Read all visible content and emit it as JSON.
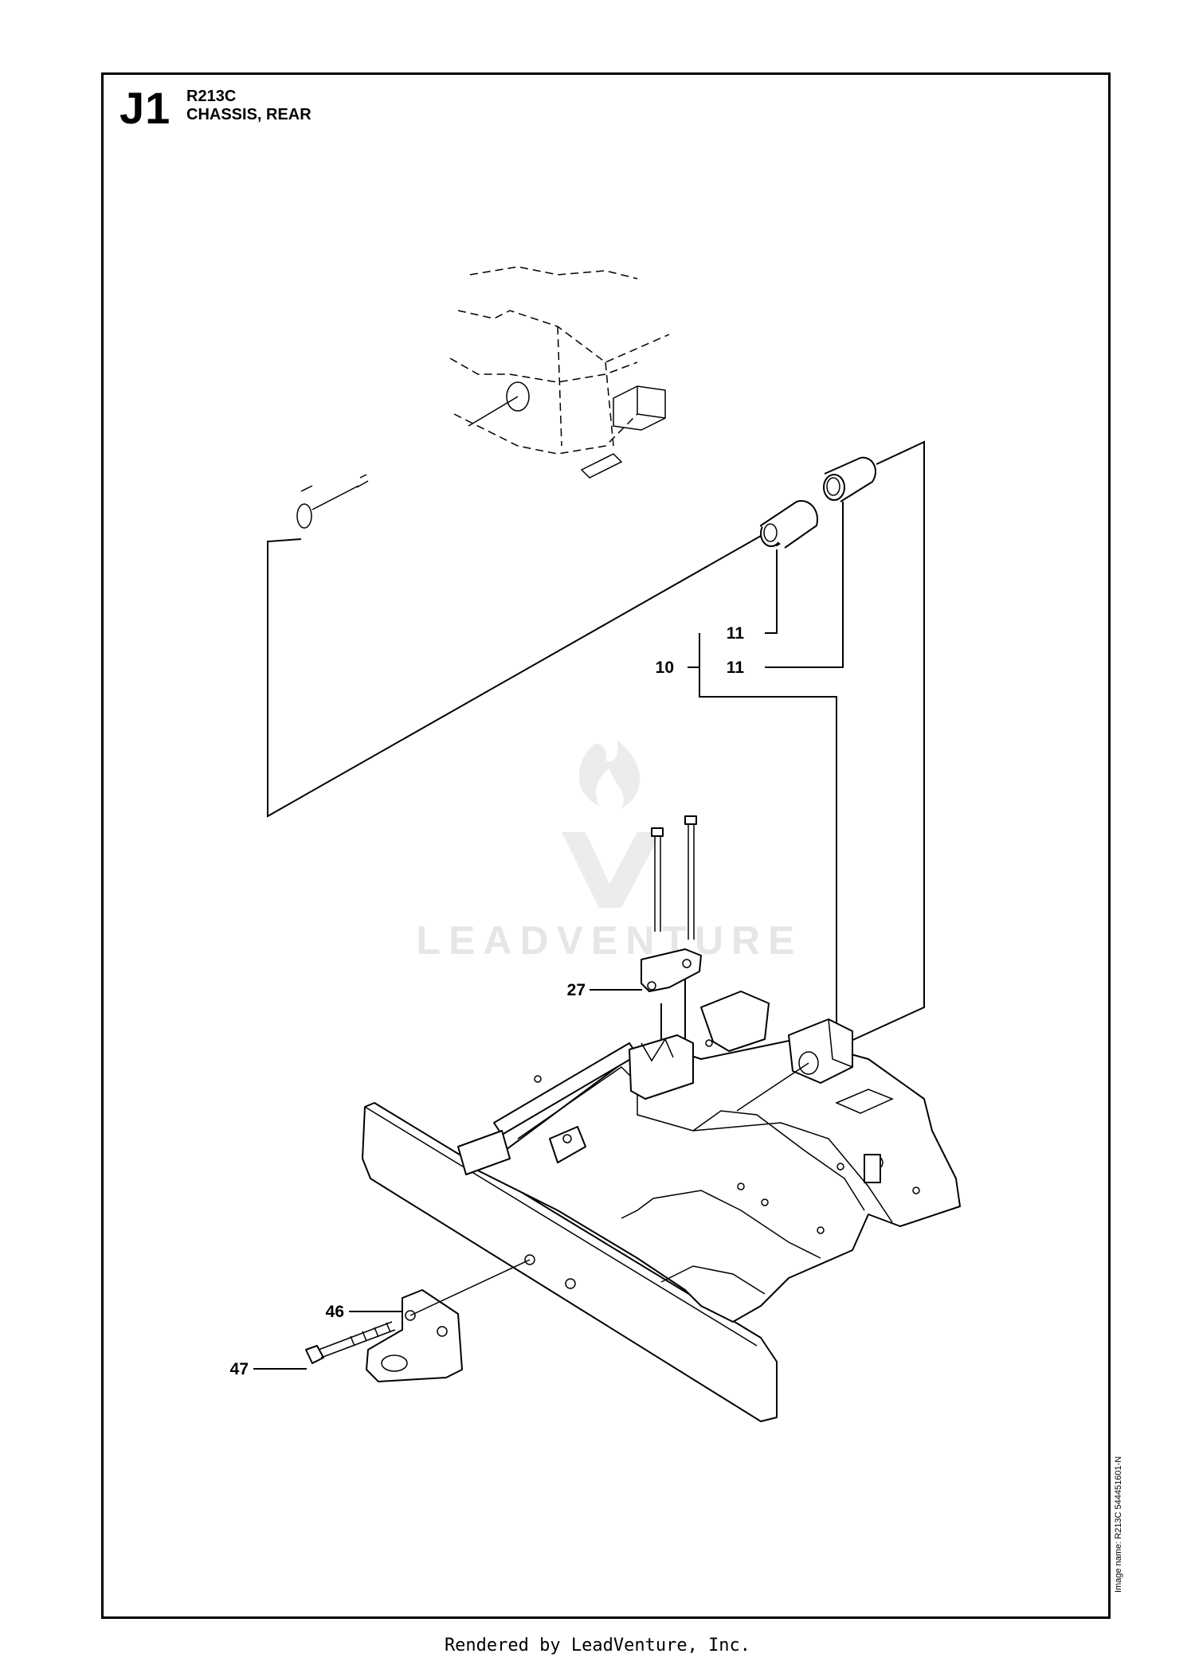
{
  "header": {
    "section_code": "J1",
    "model": "R213C",
    "title": "CHASSIS, REAR"
  },
  "callouts": [
    {
      "id": "c10",
      "label": "10"
    },
    {
      "id": "c11a",
      "label": "11"
    },
    {
      "id": "c11b",
      "label": "11"
    },
    {
      "id": "c27",
      "label": "27"
    },
    {
      "id": "c46",
      "label": "46"
    },
    {
      "id": "c47",
      "label": "47"
    }
  ],
  "side_note": "Image name: R213C 544451601-N",
  "watermark": "LEADVENTURE",
  "footer": "Rendered by LeadVenture, Inc."
}
